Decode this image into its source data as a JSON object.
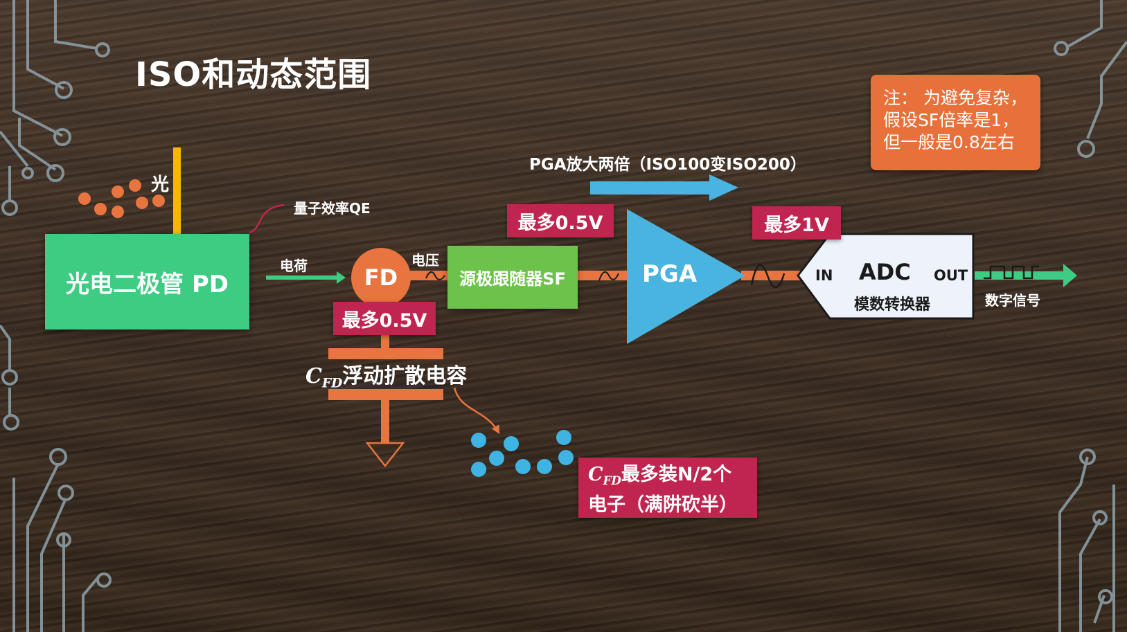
{
  "title": "ISO和动态范围",
  "note": {
    "lines": [
      "注： 为避免复杂，",
      "假设SF倍率是1，",
      "但一般是0.8左右"
    ]
  },
  "light_label": "光",
  "qe_label": "量子效率QE",
  "pd_label": "光电二极管 PD",
  "charge_label": "电荷",
  "fd_label": "FD",
  "voltage_label": "电压",
  "sf_label": "源极跟随器SF",
  "pga_label": "PGA",
  "pga_caption": "PGA放大两倍（ISO100变ISO200）",
  "adc": {
    "in_label": "IN",
    "title": "ADC",
    "out_label": "OUT",
    "subtitle": "模数转换器"
  },
  "digital_signal_label": "数字信号",
  "limits": {
    "fd_max": "最多0.5V",
    "sf_max": "最多0.5V",
    "pga_max": "最多1V"
  },
  "capacitor": {
    "symbol": "C",
    "subscript": "FD",
    "label": "浮动扩散电容"
  },
  "electrons_note": {
    "symbol": "C",
    "subscript": "FD",
    "line1_rest": "最多装N/2个",
    "line2": "电子（满阱砍半）"
  },
  "colors": {
    "photon": "#e8743f",
    "electron": "#3fb4e3",
    "pd_green": "#3ecb82",
    "sf_green": "#6cc24a",
    "pga_blue": "#4ab4e0",
    "tag_crimson": "#c0254f",
    "wire_orange": "#e8743f",
    "note_orange": "#e8703a",
    "light_yellow": "#f5b800",
    "arrow_green": "#3ecb82",
    "circuit": "#8fa3ad"
  }
}
